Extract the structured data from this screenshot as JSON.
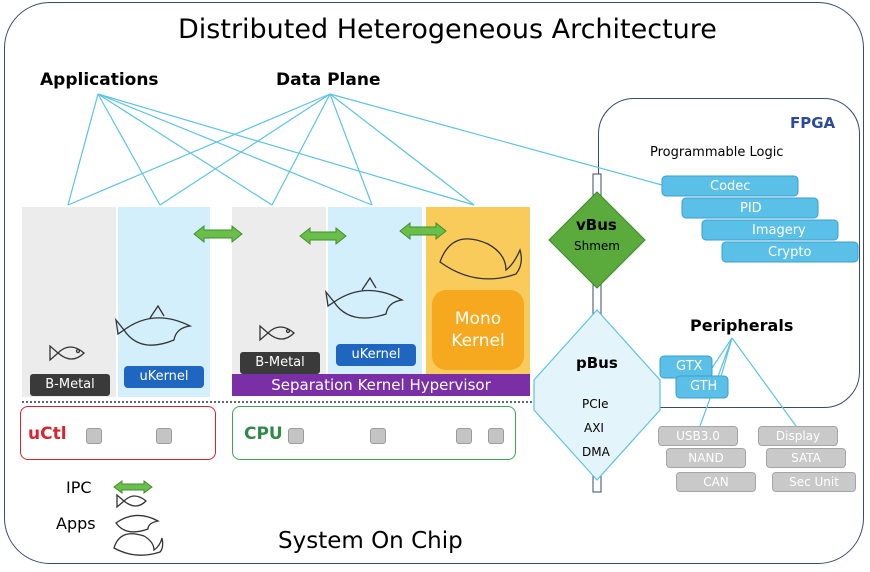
{
  "title": "Distributed Heterogeneous Architecture",
  "applications_label": "Applications",
  "data_plane_label": "Data Plane",
  "fpga": {
    "label": "FPGA",
    "programmable_logic": "Programmable Logic",
    "blocks": [
      "Codec",
      "PID",
      "Imagery",
      "Crypto"
    ]
  },
  "vbus": {
    "label": "vBus",
    "sub": "Shmem"
  },
  "pbus": {
    "label": "pBus",
    "items": [
      "PCIe",
      "AXI",
      "DMA"
    ]
  },
  "peripherals": {
    "label": "Peripherals",
    "serdes": [
      "GTX",
      "GTH"
    ],
    "left": [
      "USB3.0",
      "NAND",
      "CAN"
    ],
    "right": [
      "Display",
      "SATA",
      "Sec Unit"
    ]
  },
  "columns": {
    "bmetal_1": "B-Metal",
    "ukernel_1": "uKernel",
    "bmetal_2": "B-Metal",
    "ukernel_2": "uKernel",
    "mono_kernel": "Mono Kernel"
  },
  "hypervisor": "Separation Kernel Hypervisor",
  "uctl": "uCtl",
  "cpu": "CPU",
  "legend": {
    "ipc": "IPC",
    "apps": "Apps"
  },
  "soc": "System On Chip",
  "colors": {
    "frame": "#3b4a6b",
    "fpga_title": "#2b4a9c",
    "bus_lines": "#5cc3e6",
    "ipc_green": "#6abf4b",
    "vbus_green": "#5aab3c",
    "pbus_fill": "#e3f4fb",
    "ukernel_col": "#d3effb",
    "bmetal_col": "#ececec",
    "mono_col": "#f9cb5a",
    "mono_box": "#f6a81e",
    "ukernel_label": "#1f66c0",
    "hypervisor": "#7a2fa6",
    "uctl_red": "#d9232e",
    "cpu_green": "#3aa55a",
    "fpga_block": "#5bc0e8"
  }
}
